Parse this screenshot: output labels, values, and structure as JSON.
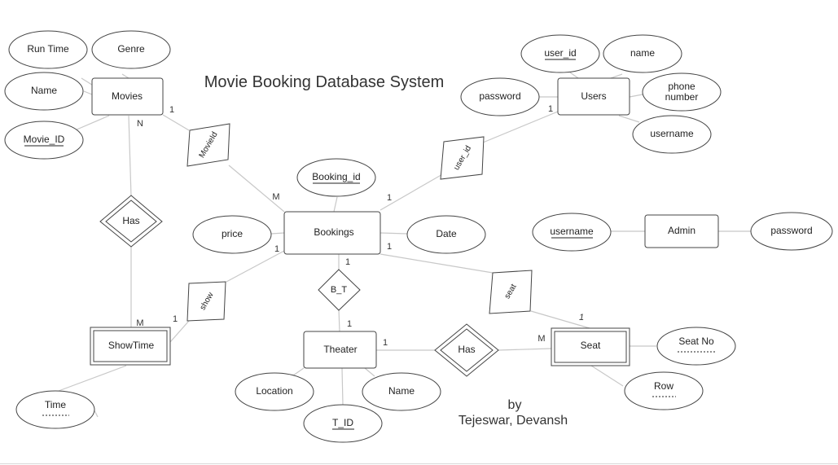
{
  "title": "Movie Booking Database System",
  "credit": {
    "line1": "by",
    "line2": "Tejeswar, Devansh"
  },
  "entities": {
    "movies": "Movies",
    "users": "Users",
    "bookings": "Bookings",
    "admin": "Admin",
    "showtime": "ShowTime",
    "theater": "Theater",
    "seat": "Seat"
  },
  "relationships": {
    "movieid": "MovieId",
    "user_id": "user_id",
    "has_movie_show": "Has",
    "show": "show",
    "bt": "B_T",
    "seat": "seat",
    "has_theater_seat": "Has"
  },
  "attributes": {
    "run_time": "Run Time",
    "genre": "Genre",
    "movie_name": "Name",
    "movie_id": "Movie_ID",
    "user_id": "user_id",
    "user_name": "name",
    "password": "password",
    "phone_number": [
      "phone",
      "number"
    ],
    "username": "username",
    "booking_id": "Booking_id",
    "price": "price",
    "date": "Date",
    "admin_username": "username",
    "admin_password": "password",
    "time": "Time",
    "location": "Location",
    "t_id": "T_ID",
    "theater_name": "Name",
    "seat_no": "Seat No",
    "row": "Row"
  },
  "cardinalities": {
    "movies_movieid": "1",
    "movies_has": "N",
    "movieid_bookings": "M",
    "users_userid": "1",
    "userid_bookings": "1",
    "bookings_show": "1",
    "bookings_bt": "1",
    "bookings_seat": "1",
    "show_showtime": "1",
    "has_showtime": "M",
    "bt_theater": "1",
    "theater_has": "1",
    "has_seat": "M",
    "seat_seat": "1"
  }
}
